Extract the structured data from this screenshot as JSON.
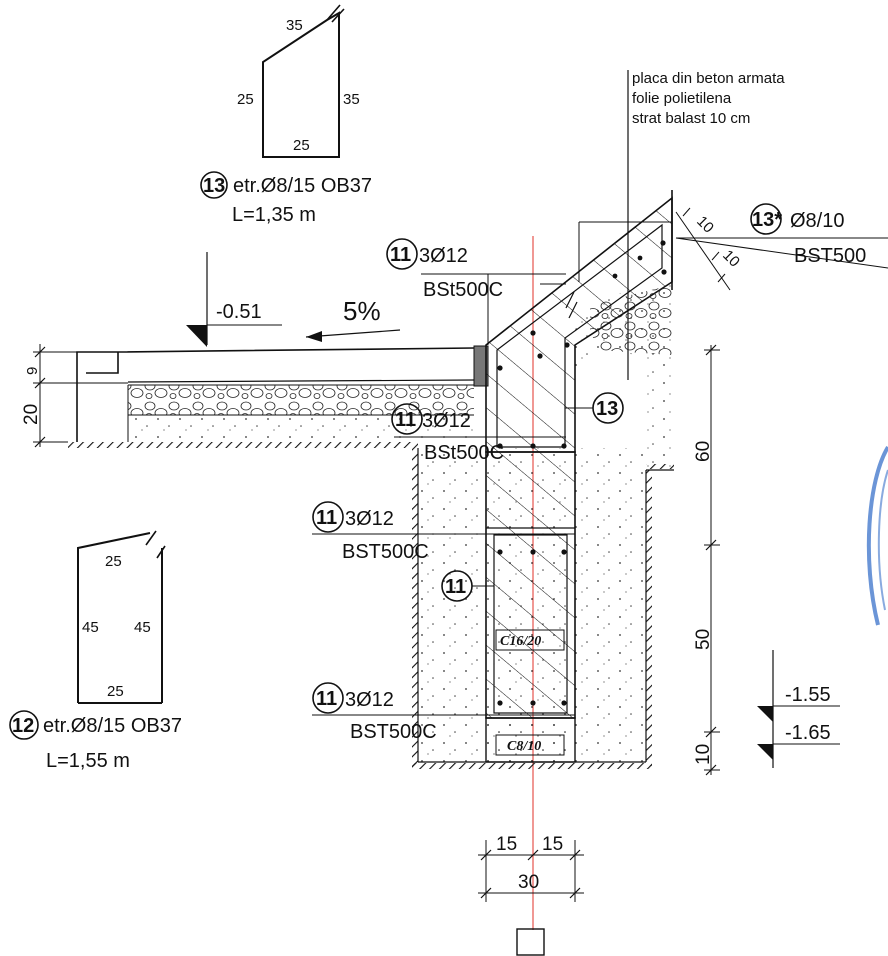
{
  "notes": {
    "layers": [
      "placa din beton armata",
      "folie polietilena",
      "strat balast 10 cm"
    ]
  },
  "stirrup_13": {
    "dims": {
      "top": "35",
      "left": "25",
      "right": "35",
      "bottom": "25"
    },
    "mark": "13",
    "spec": "etr.Ø8/15 OB37",
    "length": "L=1,35 m"
  },
  "stirrup_12": {
    "dims": {
      "top": "25",
      "left": "45",
      "right": "45",
      "bottom": "25"
    },
    "mark": "12",
    "spec": "etr.Ø8/15 OB37",
    "length": "L=1,55 m"
  },
  "rebar_13star": {
    "mark": "13*",
    "spec": "Ø8/10",
    "steel": "BST500",
    "cover_a": "10",
    "cover_b": "10"
  },
  "callouts": [
    {
      "mark": "11",
      "bars": "3Ø12",
      "steel": "BSt500C"
    },
    {
      "mark": "11",
      "bars": "3Ø12",
      "steel": "BSt500C"
    },
    {
      "mark": "11",
      "bars": "3Ø12",
      "steel": "BST500C"
    },
    {
      "mark": "11",
      "bars": "3Ø12",
      "steel": "BST500C"
    }
  ],
  "marks": {
    "m13": "13",
    "m11": "11"
  },
  "levels": {
    "top": "-0.51",
    "a": "-1.55",
    "b": "-1.65"
  },
  "slope": "5%",
  "slab_dims": {
    "a": "9",
    "b": "20"
  },
  "vertical_dims": {
    "a": "60",
    "b": "50",
    "c": "10"
  },
  "bottom_dims": {
    "a": "15",
    "b": "15",
    "total": "30"
  },
  "concrete": {
    "upper": "C16/20",
    "lower": "C8/10"
  }
}
